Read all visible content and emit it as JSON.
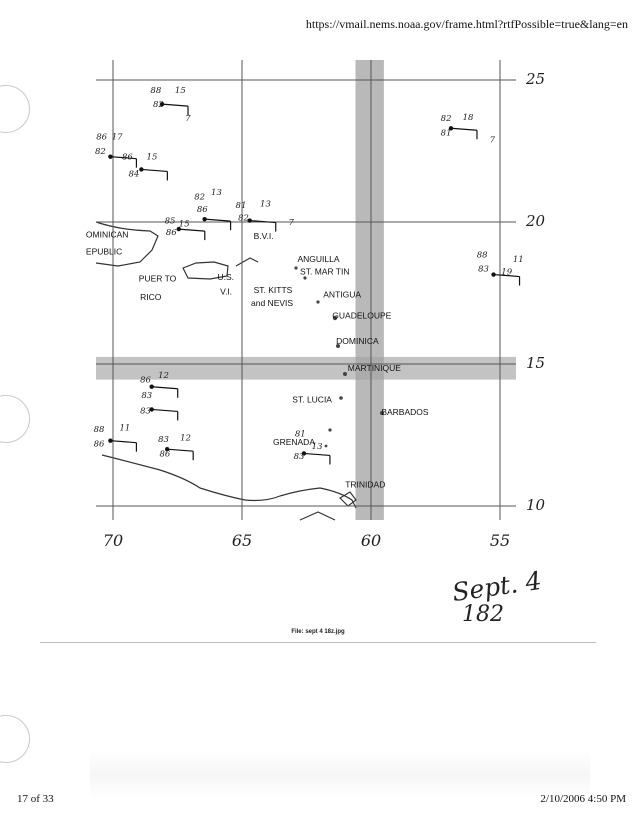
{
  "header": {
    "url": "https://vmail.nems.noaa.gov/frame.html?rtfPossible=true&lang=en"
  },
  "map": {
    "lon_labels": [
      "70",
      "65",
      "60",
      "55"
    ],
    "lat_labels": [
      "25",
      "20",
      "15",
      "10"
    ],
    "places": [
      {
        "text": "OMINICAN",
        "lon": 71.05,
        "lat": 19.45
      },
      {
        "text": "EPUBLIC",
        "lon": 71.05,
        "lat": 18.85
      },
      {
        "text": "PUER  TO",
        "lon": 69.0,
        "lat": 17.9
      },
      {
        "text": "RICO",
        "lon": 68.95,
        "lat": 17.25
      },
      {
        "text": "U.S.",
        "lon": 65.95,
        "lat": 17.95
      },
      {
        "text": "V.I.",
        "lon": 65.85,
        "lat": 17.45
      },
      {
        "text": "B.V.I.",
        "lon": 64.55,
        "lat": 19.4
      },
      {
        "text": "ANGUILLA",
        "lon": 62.85,
        "lat": 18.6
      },
      {
        "text": "ST. MAR TIN",
        "lon": 62.75,
        "lat": 18.15
      },
      {
        "text": "ST. KITTS",
        "lon": 64.55,
        "lat": 17.5
      },
      {
        "text": "and NEVIS",
        "lon": 64.65,
        "lat": 17.05
      },
      {
        "text": "ANTIGUA",
        "lon": 61.85,
        "lat": 17.35
      },
      {
        "text": "GUADELOUPE",
        "lon": 61.5,
        "lat": 16.6
      },
      {
        "text": "DOMINICA",
        "lon": 61.35,
        "lat": 15.7
      },
      {
        "text": "MARTINIQUE",
        "lon": 60.9,
        "lat": 14.75
      },
      {
        "text": "ST. LUCIA",
        "lon": 63.05,
        "lat": 13.65
      },
      {
        "text": "BARBADOS",
        "lon": 59.6,
        "lat": 13.2
      },
      {
        "text": "GRENADA",
        "lon": 63.8,
        "lat": 12.15
      },
      {
        "text": "TRINIDAD",
        "lon": 61.0,
        "lat": 10.65
      }
    ],
    "annotations": [
      {
        "text": "88",
        "lon": 68.55,
        "lat": 24.55
      },
      {
        "text": "15",
        "lon": 67.6,
        "lat": 24.55
      },
      {
        "text": "82",
        "lon": 68.45,
        "lat": 24.05
      },
      {
        "text": "7",
        "lon": 67.2,
        "lat": 23.55
      },
      {
        "text": "86",
        "lon": 70.65,
        "lat": 22.9
      },
      {
        "text": "17",
        "lon": 70.05,
        "lat": 22.9
      },
      {
        "text": "82",
        "lon": 70.7,
        "lat": 22.4
      },
      {
        "text": "86",
        "lon": 69.65,
        "lat": 22.2
      },
      {
        "text": "15",
        "lon": 68.7,
        "lat": 22.2
      },
      {
        "text": "84",
        "lon": 69.4,
        "lat": 21.6
      },
      {
        "text": "82",
        "lon": 57.3,
        "lat": 23.55
      },
      {
        "text": "18",
        "lon": 56.45,
        "lat": 23.6
      },
      {
        "text": "81",
        "lon": 57.3,
        "lat": 23.05
      },
      {
        "text": "7",
        "lon": 55.4,
        "lat": 22.8
      },
      {
        "text": "82",
        "lon": 66.85,
        "lat": 20.8
      },
      {
        "text": "13",
        "lon": 66.2,
        "lat": 20.95
      },
      {
        "text": "86",
        "lon": 66.75,
        "lat": 20.35
      },
      {
        "text": "85",
        "lon": 68.0,
        "lat": 19.95
      },
      {
        "text": "15",
        "lon": 67.45,
        "lat": 19.85
      },
      {
        "text": "86",
        "lon": 67.95,
        "lat": 19.55
      },
      {
        "text": "81",
        "lon": 65.25,
        "lat": 20.5
      },
      {
        "text": "13",
        "lon": 64.3,
        "lat": 20.55
      },
      {
        "text": "82",
        "lon": 65.15,
        "lat": 20.05
      },
      {
        "text": "7",
        "lon": 63.2,
        "lat": 19.9
      },
      {
        "text": "88",
        "lon": 55.9,
        "lat": 18.75
      },
      {
        "text": "11",
        "lon": 54.5,
        "lat": 18.6
      },
      {
        "text": "83",
        "lon": 55.85,
        "lat": 18.25
      },
      {
        "text": "19",
        "lon": 54.95,
        "lat": 18.15
      },
      {
        "text": "86",
        "lon": 68.95,
        "lat": 14.35
      },
      {
        "text": "12",
        "lon": 68.25,
        "lat": 14.5
      },
      {
        "text": "83",
        "lon": 68.9,
        "lat": 13.8
      },
      {
        "text": "83",
        "lon": 68.95,
        "lat": 13.25
      },
      {
        "text": "88",
        "lon": 70.75,
        "lat": 12.6
      },
      {
        "text": "11",
        "lon": 69.75,
        "lat": 12.65
      },
      {
        "text": "86",
        "lon": 70.75,
        "lat": 12.1
      },
      {
        "text": "83",
        "lon": 68.25,
        "lat": 12.25
      },
      {
        "text": "12",
        "lon": 67.4,
        "lat": 12.3
      },
      {
        "text": "86",
        "lon": 68.2,
        "lat": 11.75
      },
      {
        "text": "81",
        "lon": 62.95,
        "lat": 12.45
      },
      {
        "text": "13",
        "lon": 62.3,
        "lat": 12.0
      },
      {
        "text": "83",
        "lon": 63.0,
        "lat": 11.65
      }
    ],
    "stations": [
      {
        "lon": 68.1,
        "lat": 24.15
      },
      {
        "lon": 70.1,
        "lat": 22.3
      },
      {
        "lon": 68.9,
        "lat": 21.85
      },
      {
        "lon": 56.9,
        "lat": 23.3
      },
      {
        "lon": 66.45,
        "lat": 20.1
      },
      {
        "lon": 67.45,
        "lat": 19.75
      },
      {
        "lon": 64.7,
        "lat": 20.05
      },
      {
        "lon": 55.25,
        "lat": 18.15
      },
      {
        "lon": 68.5,
        "lat": 14.2
      },
      {
        "lon": 68.5,
        "lat": 13.4
      },
      {
        "lon": 70.1,
        "lat": 12.3
      },
      {
        "lon": 67.9,
        "lat": 12.0
      },
      {
        "lon": 62.6,
        "lat": 11.85
      }
    ],
    "margin_labels": [
      "25",
      "20",
      "15",
      "10"
    ]
  },
  "file_caption": "File: sept 4 18z.jpg",
  "handwriting": {
    "date": "Sept. 4",
    "number": "182"
  },
  "footer": {
    "page": "17 of 33",
    "timestamp": "2/10/2006 4:50 PM"
  }
}
